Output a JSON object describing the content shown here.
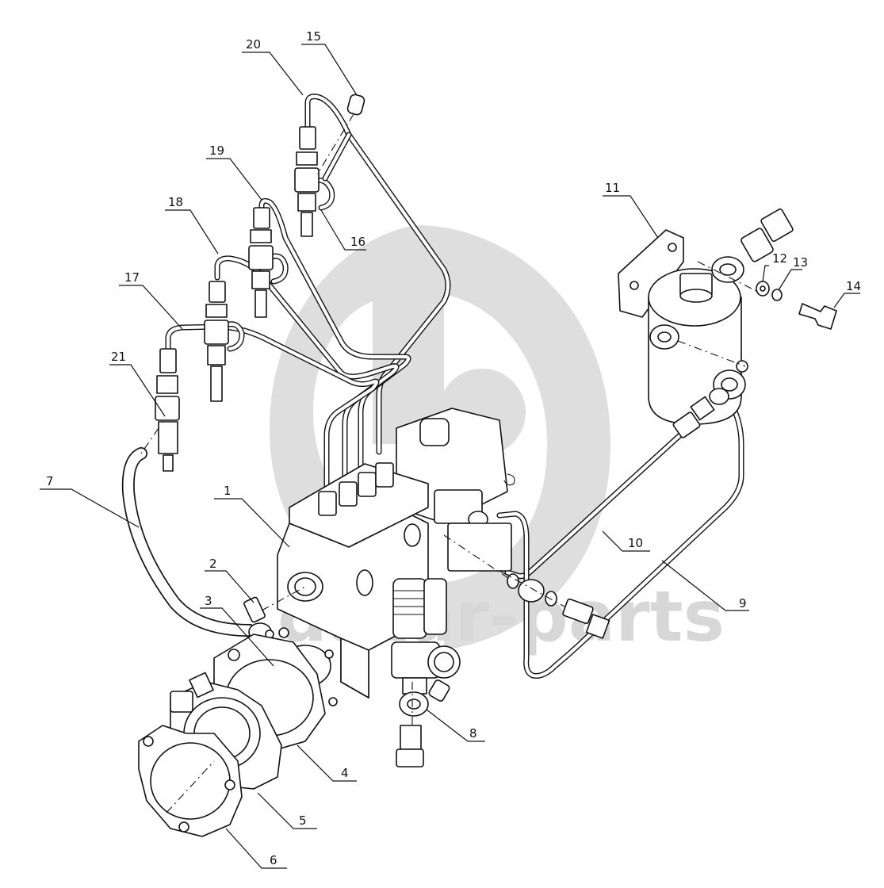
{
  "watermark": {
    "text": "datar-parts",
    "color": "#dedede"
  },
  "callouts": [
    {
      "id": "c1",
      "label": "1"
    },
    {
      "id": "c2",
      "label": "2"
    },
    {
      "id": "c3",
      "label": "3"
    },
    {
      "id": "c4",
      "label": "4"
    },
    {
      "id": "c5",
      "label": "5"
    },
    {
      "id": "c6",
      "label": "6"
    },
    {
      "id": "c7",
      "label": "7"
    },
    {
      "id": "c8",
      "label": "8"
    },
    {
      "id": "c9",
      "label": "9"
    },
    {
      "id": "c10",
      "label": "10"
    },
    {
      "id": "c11",
      "label": "11"
    },
    {
      "id": "c12",
      "label": "12"
    },
    {
      "id": "c13",
      "label": "13"
    },
    {
      "id": "c14",
      "label": "14"
    },
    {
      "id": "c15",
      "label": "15"
    },
    {
      "id": "c16",
      "label": "16"
    },
    {
      "id": "c17",
      "label": "17"
    },
    {
      "id": "c18",
      "label": "18"
    },
    {
      "id": "c19",
      "label": "19"
    },
    {
      "id": "c20",
      "label": "20"
    },
    {
      "id": "c21",
      "label": "21"
    }
  ]
}
